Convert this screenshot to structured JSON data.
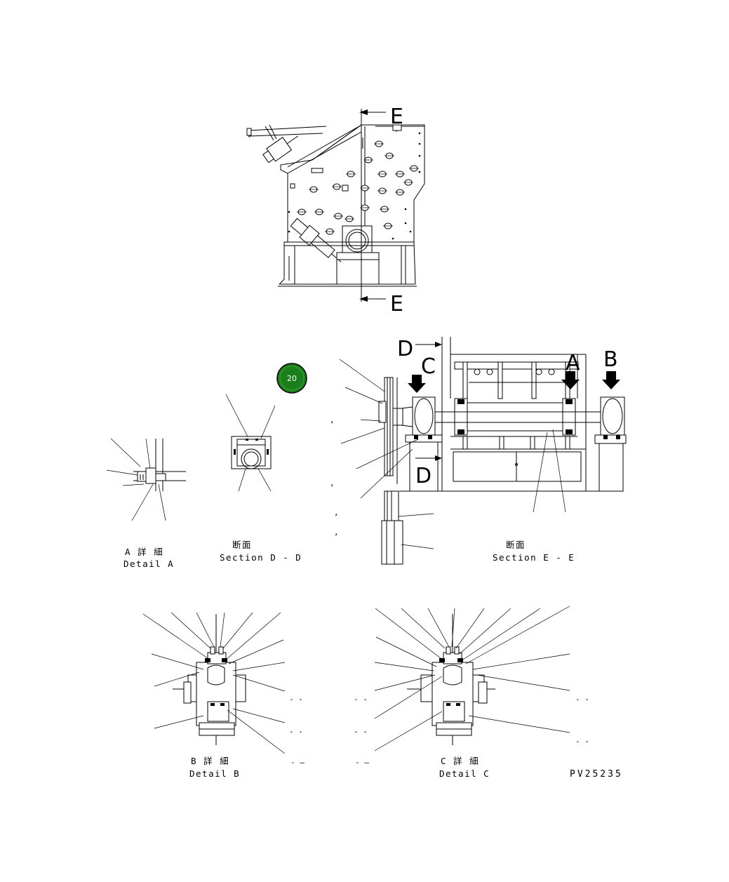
{
  "drawing_id": "PV25235",
  "callout_badge": {
    "text": "20",
    "color": "#1a7f1a"
  },
  "section_markers": {
    "e_top": "E",
    "e_bottom": "E",
    "d_top": "D",
    "d_bottom": "D",
    "a": "A",
    "b": "B",
    "c": "C"
  },
  "captions": {
    "detail_a": {
      "jp": "A 詳 細",
      "en": "Detail A"
    },
    "section_dd": {
      "jp": "断面",
      "en": "Section D - D"
    },
    "section_ee": {
      "jp": "断面",
      "en": "Section E - E"
    },
    "detail_b": {
      "jp": "B 詳 細",
      "en": "Detail B"
    },
    "detail_c": {
      "jp": "C 詳 細",
      "en": "Detail C"
    }
  },
  "placeholders": {
    "comma": ",",
    "dash_pair": "- -",
    "dash_long": "- —"
  },
  "colors": {
    "ink": "#000000",
    "paper": "#ffffff",
    "badge": "#1a7f1a"
  }
}
